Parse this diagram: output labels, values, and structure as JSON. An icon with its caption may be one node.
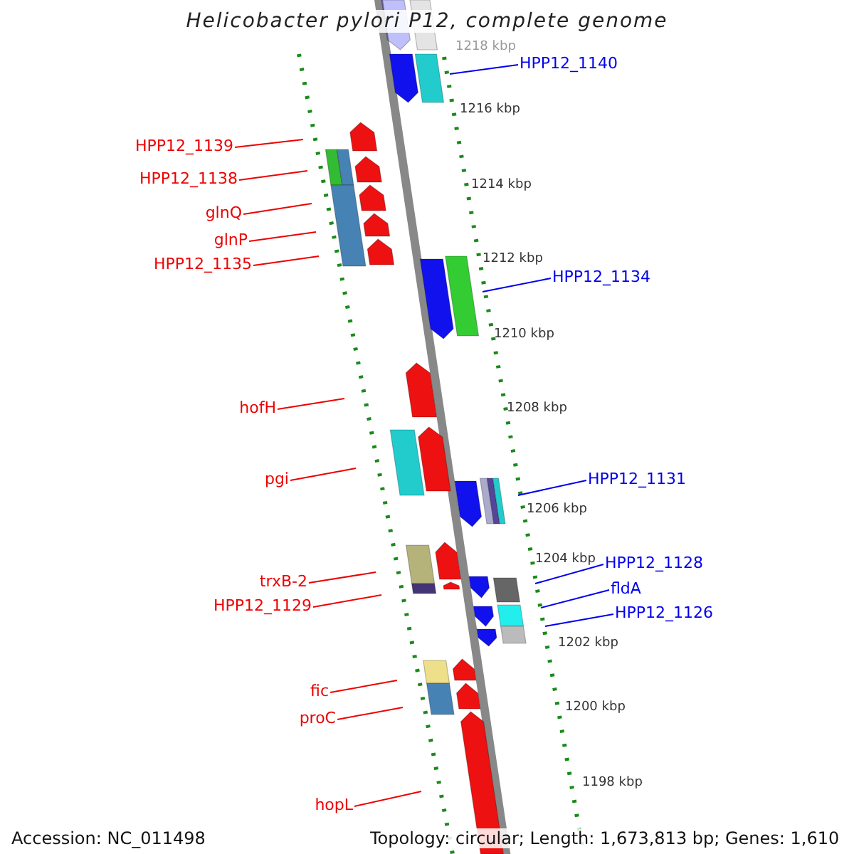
{
  "diagram": {
    "title": "Helicobacter pylori P12, complete genome",
    "nodes": [
      {
        "text": [
          "HPP12_1140"
        ]
      },
      {
        "text": [
          "HPP12_1139"
        ]
      },
      {
        "text": [
          "HPP12_1138"
        ]
      },
      {
        "text": [
          "glnQ"
        ]
      },
      {
        "text": [
          "glnP"
        ]
      },
      {
        "text": [
          "HPP12_1135"
        ]
      },
      {
        "text": [
          "HPP12_1134"
        ]
      },
      {
        "text": [
          "hofH"
        ]
      },
      {
        "text": [
          "pgi"
        ]
      },
      {
        "text": [
          "HPP12_1131"
        ]
      },
      {
        "text": [
          "HPP12_1128"
        ]
      },
      {
        "text": [
          "trxB-2"
        ]
      },
      {
        "text": [
          "fldA"
        ]
      },
      {
        "text": [
          "HPP12_1129"
        ]
      },
      {
        "text": [
          "HPP12_1126"
        ]
      },
      {
        "text": [
          "fic"
        ]
      },
      {
        "text": [
          "proC"
        ]
      },
      {
        "text": [
          "hopL"
        ]
      }
    ],
    "edges": [
      {
        "from": 0,
        "to": null,
        "arrow": "none",
        "color": "#0000ee"
      },
      {
        "from": 1,
        "to": null,
        "arrow": "none"
      },
      {
        "from": 2,
        "to": null,
        "arrow": "none"
      },
      {
        "from": 3,
        "to": null,
        "arrow": "none"
      },
      {
        "from": 4,
        "to": null,
        "arrow": "none"
      },
      {
        "from": 5,
        "to": null,
        "arrow": "none"
      },
      {
        "from": 6,
        "to": null,
        "arrow": "none",
        "color": "#0000ee"
      },
      {
        "from": 7,
        "to": null,
        "arrow": "none"
      },
      {
        "from": 8,
        "to": null,
        "arrow": "none"
      },
      {
        "from": 9,
        "to": null,
        "arrow": "none",
        "color": "#0000ee"
      },
      {
        "from": 10,
        "to": null,
        "arrow": "none",
        "color": "#0000ee"
      },
      {
        "from": 11,
        "to": null,
        "arrow": "none"
      },
      {
        "from": 12,
        "to": null,
        "arrow": "none",
        "color": "#0000ee"
      },
      {
        "from": 13,
        "to": null,
        "arrow": "none"
      },
      {
        "from": 14,
        "to": null,
        "arrow": "none",
        "color": "#0000ee"
      },
      {
        "from": 15,
        "to": null,
        "arrow": "none"
      },
      {
        "from": 16,
        "to": null,
        "arrow": "none"
      },
      {
        "from": 17,
        "to": null,
        "arrow": "none"
      }
    ],
    "labels": [
      "1218 kbp",
      "1216 kbp",
      "1214 kbp",
      "1212 kbp",
      "1210 kbp",
      "1208 kbp",
      "1206 kbp",
      "1204 kbp",
      "1202 kbp",
      "1200 kbp",
      "1198 kbp",
      "Accession: NC_011498",
      "Topology: circular; Length: 1,673,813 bp; Genes: 1,610"
    ]
  }
}
